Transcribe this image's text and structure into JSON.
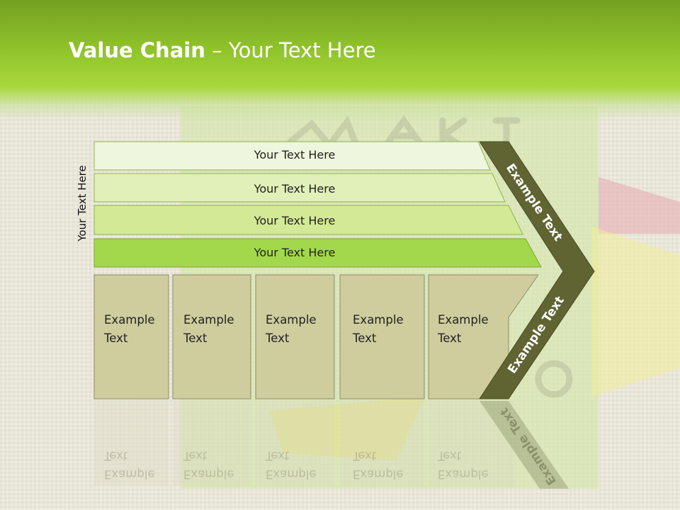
{
  "slide": {
    "title_bold": "Value Chain",
    "title_rest": " – Your Text Here",
    "vertical_label": "Your Text Here"
  },
  "rows": [
    {
      "label": "Your Text Here",
      "color": "#eef6dd"
    },
    {
      "label": "Your Text Here",
      "color": "#e0f0b8"
    },
    {
      "label": "Your Text Here",
      "color": "#d2ea96"
    },
    {
      "label": "Your Text Here",
      "color": "#a4d84c"
    }
  ],
  "cells": [
    {
      "line1": "Example",
      "line2": "Text"
    },
    {
      "line1": "Example",
      "line2": "Text"
    },
    {
      "line1": "Example",
      "line2": "Text"
    },
    {
      "line1": "Example",
      "line2": "Text"
    },
    {
      "line1": "Example",
      "line2": "Text"
    }
  ],
  "chevron": {
    "upper_label": "Example Text",
    "lower_label": "Example Text",
    "color": "#5f6432"
  },
  "colors": {
    "header_green": "#8fc22a",
    "cell_fill": "#cfcc9e",
    "cell_border": "#8f8c6c"
  }
}
